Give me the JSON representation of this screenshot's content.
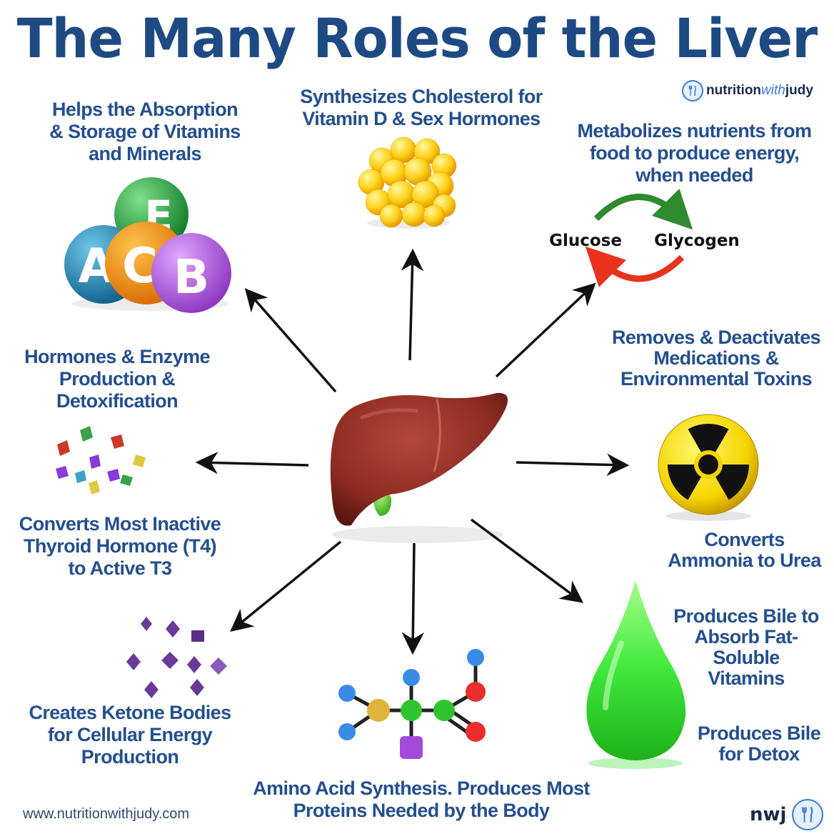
{
  "title": "The Many Roles of the Liver",
  "brand": {
    "name_part1": "nutrition",
    "name_part2": "with",
    "name_part3": "judy",
    "logo_icon": "fork-knife-icon"
  },
  "footer": {
    "website": "www.nutritionwithjudy.com",
    "monogram": "nwj"
  },
  "roles": {
    "cholesterol": "Synthesizes Cholesterol for\nVitamin D & Sex Hormones",
    "vitamins": "Helps the Absorption\n& Storage of Vitamins\nand Minerals",
    "metabolize": "Metabolizes nutrients from\nfood to produce energy,\nwhen needed",
    "toxins": "Removes & Deactivates\nMedications &\nEnvironmental Toxins",
    "hormones": "Hormones & Enzyme\nProduction &\nDetoxification",
    "thyroid": "Converts Most Inactive\nThyroid Hormone (T4)\nto Active T3",
    "ammonia": "Converts\nAmmonia to Urea",
    "bile_absorb": "Produces Bile to\nAbsorb Fat-\nSoluble\nVitamins",
    "bile_detox": "Produces Bile\nfor Detox",
    "ketone": "Creates Ketone Bodies\nfor Cellular Energy\nProduction",
    "amino": "Amino Acid Synthesis. Produces Most\nProteins Needed by the Body"
  },
  "cycle": {
    "left": "Glucose",
    "right": "Glycogen",
    "top_arrow_color": "#2e8b2e",
    "bottom_arrow_color": "#e8321e"
  },
  "vitamin_balls": [
    {
      "letter": "E",
      "color": "#1aa33a"
    },
    {
      "letter": "A",
      "color": "#1d8ab5"
    },
    {
      "letter": "C",
      "color": "#f28a10"
    },
    {
      "letter": "B",
      "color": "#b25ad8"
    }
  ],
  "colors": {
    "title": "#1d4a82",
    "label": "#244f8e",
    "liver": "#8b2a20",
    "gallbladder": "#5fd23a",
    "bile_drop": "#3fe03a"
  },
  "icons": {
    "liver": "liver-icon",
    "cholesterol": "fat-cluster-icon",
    "radiation": "radiation-icon",
    "bile": "bile-drop-icon",
    "molecule": "molecule-icon",
    "crystals_colorful": "hormone-crystals-icon",
    "crystals_purple": "ketone-crystals-icon",
    "vitamins": "vitamin-balls-icon"
  }
}
